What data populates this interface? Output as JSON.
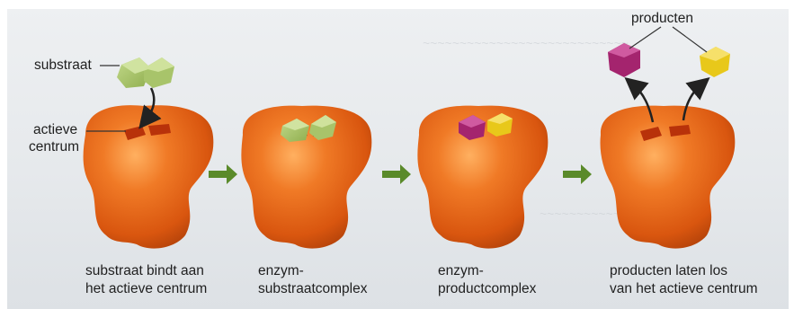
{
  "annotations": {
    "substrate": "substraat",
    "active_site_line1": "actieve",
    "active_site_line2": "centrum",
    "products": "producten"
  },
  "steps": [
    {
      "line1": "substraat bindt aan",
      "line2": "het actieve centrum"
    },
    {
      "line1": "enzym-",
      "line2": "substraatcomplex"
    },
    {
      "line1": "enzym-",
      "line2": "productcomplex"
    },
    {
      "line1": "producten laten los",
      "line2": "van het actieve centrum"
    }
  ],
  "colors": {
    "enzyme": "#e8641c",
    "substrate": "#9cbb5a",
    "product_magenta": "#a4246e",
    "product_yellow": "#e8c81a",
    "arrow": "#5a8a2a"
  }
}
